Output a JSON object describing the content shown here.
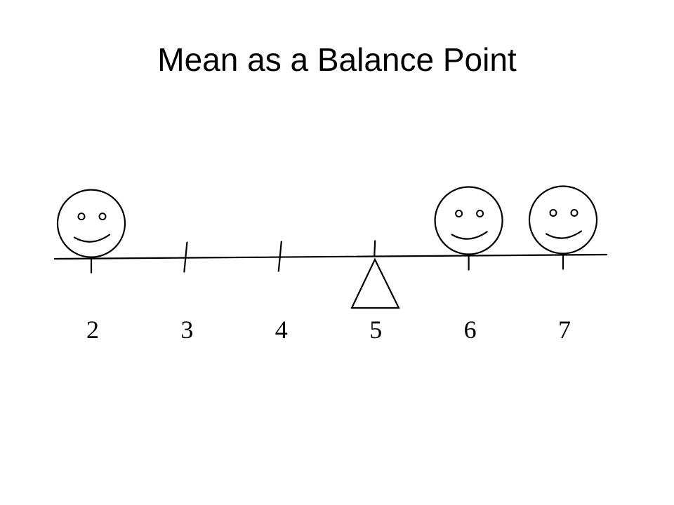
{
  "title": "Mean as a Balance Point",
  "number_line": {
    "values": [
      2,
      3,
      4,
      5,
      6,
      7
    ],
    "labels": [
      "2",
      "3",
      "4",
      "5",
      "6",
      "7"
    ],
    "balance_point": 5,
    "data_points": [
      2,
      6,
      7
    ],
    "face_icon": "smiley-face-icon",
    "fulcrum_icon": "triangle-fulcrum-icon"
  },
  "colors": {
    "ink": "#000000",
    "background": "#ffffff"
  }
}
